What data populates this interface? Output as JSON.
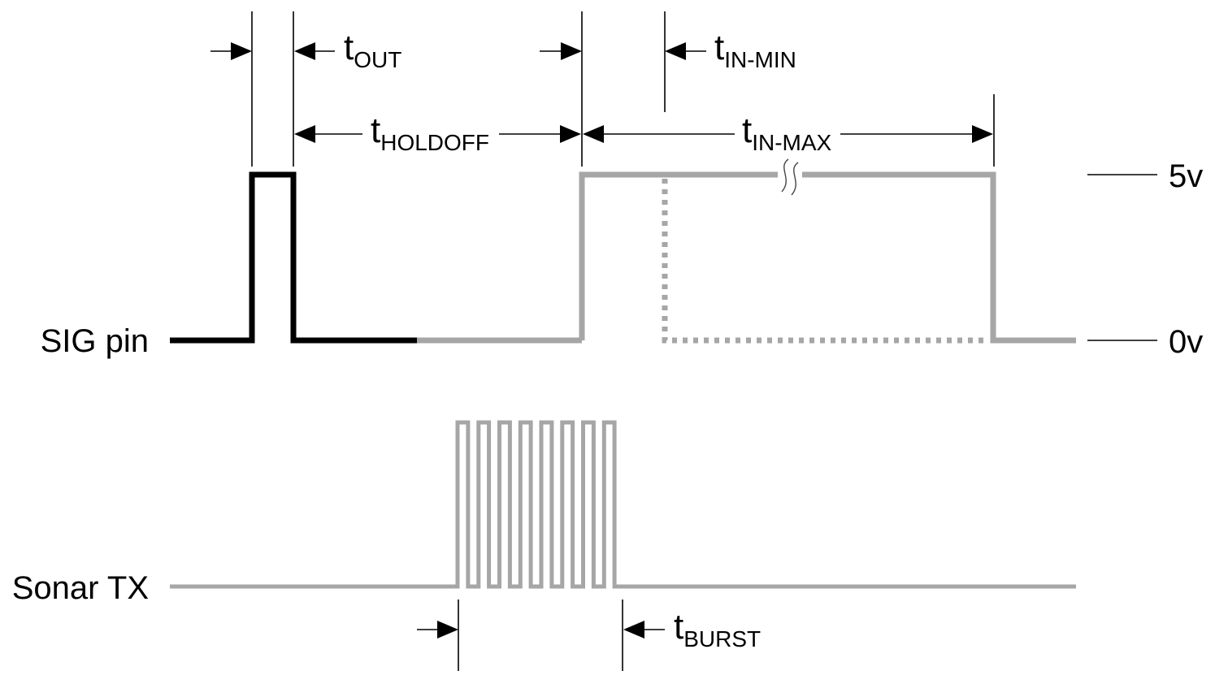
{
  "signals": {
    "sig_pin": "SIG pin",
    "sonar_tx": "Sonar TX"
  },
  "levels": {
    "high": "5v",
    "low": "0v"
  },
  "timings": {
    "t_out": {
      "base": "t",
      "sub": "OUT"
    },
    "t_in_min": {
      "base": "t",
      "sub": "IN-MIN"
    },
    "t_holdoff": {
      "base": "t",
      "sub": "HOLDOFF"
    },
    "t_in_max": {
      "base": "t",
      "sub": "IN-MAX"
    },
    "t_burst": {
      "base": "t",
      "sub": "BURST"
    }
  },
  "colors": {
    "driven_by_host": "#000000",
    "driven_by_sensor": "#a6a6a6"
  },
  "burst_cycles": 8
}
